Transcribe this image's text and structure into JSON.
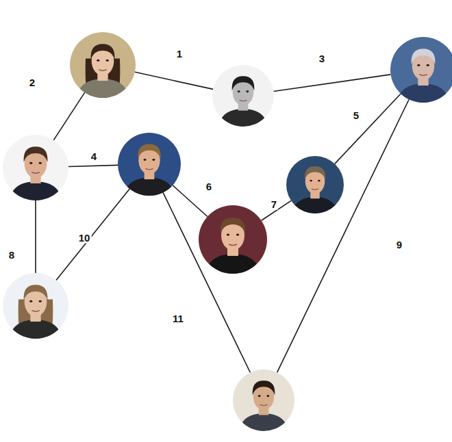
{
  "diagram": {
    "nodes": [
      {
        "text": []
      },
      {
        "text": []
      },
      {
        "text": []
      },
      {
        "text": []
      },
      {
        "text": []
      },
      {
        "text": []
      },
      {
        "text": []
      },
      {
        "text": []
      },
      {
        "text": []
      }
    ],
    "edges": [
      {
        "from": 0,
        "to": 1,
        "arrow": "none",
        "label": "1"
      },
      {
        "from": 3,
        "to": 0,
        "arrow": "none",
        "label": "2"
      },
      {
        "from": 1,
        "to": 2,
        "arrow": "none",
        "label": "3"
      },
      {
        "from": 3,
        "to": 4,
        "arrow": "none",
        "label": "4"
      },
      {
        "from": 5,
        "to": 2,
        "arrow": "none",
        "label": "5"
      },
      {
        "from": 4,
        "to": 6,
        "arrow": "none",
        "label": "6"
      },
      {
        "from": 6,
        "to": 5,
        "arrow": "none",
        "label": "7"
      },
      {
        "from": 3,
        "to": 7,
        "arrow": "none",
        "label": "8"
      },
      {
        "from": 8,
        "to": 2,
        "arrow": "none",
        "label": "9"
      },
      {
        "from": 7,
        "to": 4,
        "arrow": "none",
        "label": "10"
      },
      {
        "from": 4,
        "to": 8,
        "arrow": "none",
        "label": "11"
      }
    ]
  }
}
